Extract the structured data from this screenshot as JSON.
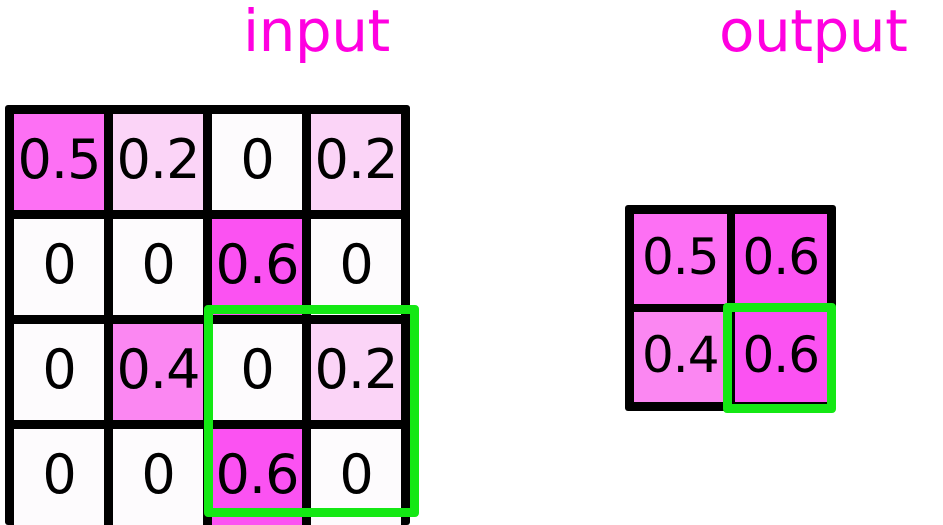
{
  "labels": {
    "input": "input",
    "output": "output",
    "color": "#ff00e0"
  },
  "palette": {
    "zero": "#fdfbfd",
    "v02": "#fbd4f7",
    "v04": "#fb87f2",
    "v05": "#fd70f4",
    "v06": "#fb52f2",
    "highlight": "#14e814",
    "border": "#000000",
    "text": "#000000"
  },
  "chart_data": {
    "type": "heatmap",
    "title": "",
    "grids": [
      {
        "name": "input",
        "label": "input",
        "rows": 4,
        "cols": 4,
        "values": [
          [
            0.5,
            0.2,
            0,
            0.2
          ],
          [
            0,
            0,
            0.6,
            0
          ],
          [
            0,
            0.4,
            0,
            0.2
          ],
          [
            0,
            0,
            0.6,
            0
          ]
        ],
        "cell_labels": [
          [
            "0.5",
            "0.2",
            "0",
            "0.2"
          ],
          [
            "0",
            "0",
            "0.6",
            "0"
          ],
          [
            "0",
            "0.4",
            "0",
            "0.2"
          ],
          [
            "0",
            "0",
            "0.6",
            "0"
          ]
        ],
        "cell_colors": [
          [
            "#fd70f4",
            "#fbd4f7",
            "#fdfbfd",
            "#fbd4f7"
          ],
          [
            "#fdfbfd",
            "#fdfbfd",
            "#fb52f2",
            "#fdfbfd"
          ],
          [
            "#fdfbfd",
            "#fb87f2",
            "#fdfbfd",
            "#fbd4f7"
          ],
          [
            "#fdfbfd",
            "#fdfbfd",
            "#fb52f2",
            "#fdfbfd"
          ]
        ],
        "highlight_window": {
          "row_start": 3,
          "row_end": 4,
          "col_start": 3,
          "col_end": 4
        }
      },
      {
        "name": "output",
        "label": "output",
        "rows": 2,
        "cols": 2,
        "values": [
          [
            0.5,
            0.6
          ],
          [
            0.4,
            0.6
          ]
        ],
        "cell_labels": [
          [
            "0.5",
            "0.6"
          ],
          [
            "0.4",
            "0.6"
          ]
        ],
        "cell_colors": [
          [
            "#fd70f4",
            "#fb52f2"
          ],
          [
            "#fb87f2",
            "#fb52f2"
          ]
        ],
        "highlight_window": {
          "row_start": 2,
          "row_end": 2,
          "col_start": 2,
          "col_end": 2
        }
      }
    ],
    "vmin": 0,
    "vmax": 0.6,
    "colormap": "white-to-magenta",
    "legend": false,
    "grid": true
  },
  "input": {
    "cells": [
      {
        "value": "0.5",
        "color": "#fd70f4"
      },
      {
        "value": "0.2",
        "color": "#fbd4f7"
      },
      {
        "value": "0",
        "color": "#fdfbfd"
      },
      {
        "value": "0.2",
        "color": "#fbd4f7"
      },
      {
        "value": "0",
        "color": "#fdfbfd"
      },
      {
        "value": "0",
        "color": "#fdfbfd"
      },
      {
        "value": "0.6",
        "color": "#fb52f2"
      },
      {
        "value": "0",
        "color": "#fdfbfd"
      },
      {
        "value": "0",
        "color": "#fdfbfd"
      },
      {
        "value": "0.4",
        "color": "#fb87f2"
      },
      {
        "value": "0",
        "color": "#fdfbfd"
      },
      {
        "value": "0.2",
        "color": "#fbd4f7"
      },
      {
        "value": "0",
        "color": "#fdfbfd"
      },
      {
        "value": "0",
        "color": "#fdfbfd"
      },
      {
        "value": "0.6",
        "color": "#fb52f2"
      },
      {
        "value": "0",
        "color": "#fdfbfd"
      }
    ]
  },
  "output": {
    "cells": [
      {
        "value": "0.5",
        "color": "#fd70f4"
      },
      {
        "value": "0.6",
        "color": "#fb52f2"
      },
      {
        "value": "0.4",
        "color": "#fb87f2"
      },
      {
        "value": "0.6",
        "color": "#fb52f2"
      }
    ]
  }
}
